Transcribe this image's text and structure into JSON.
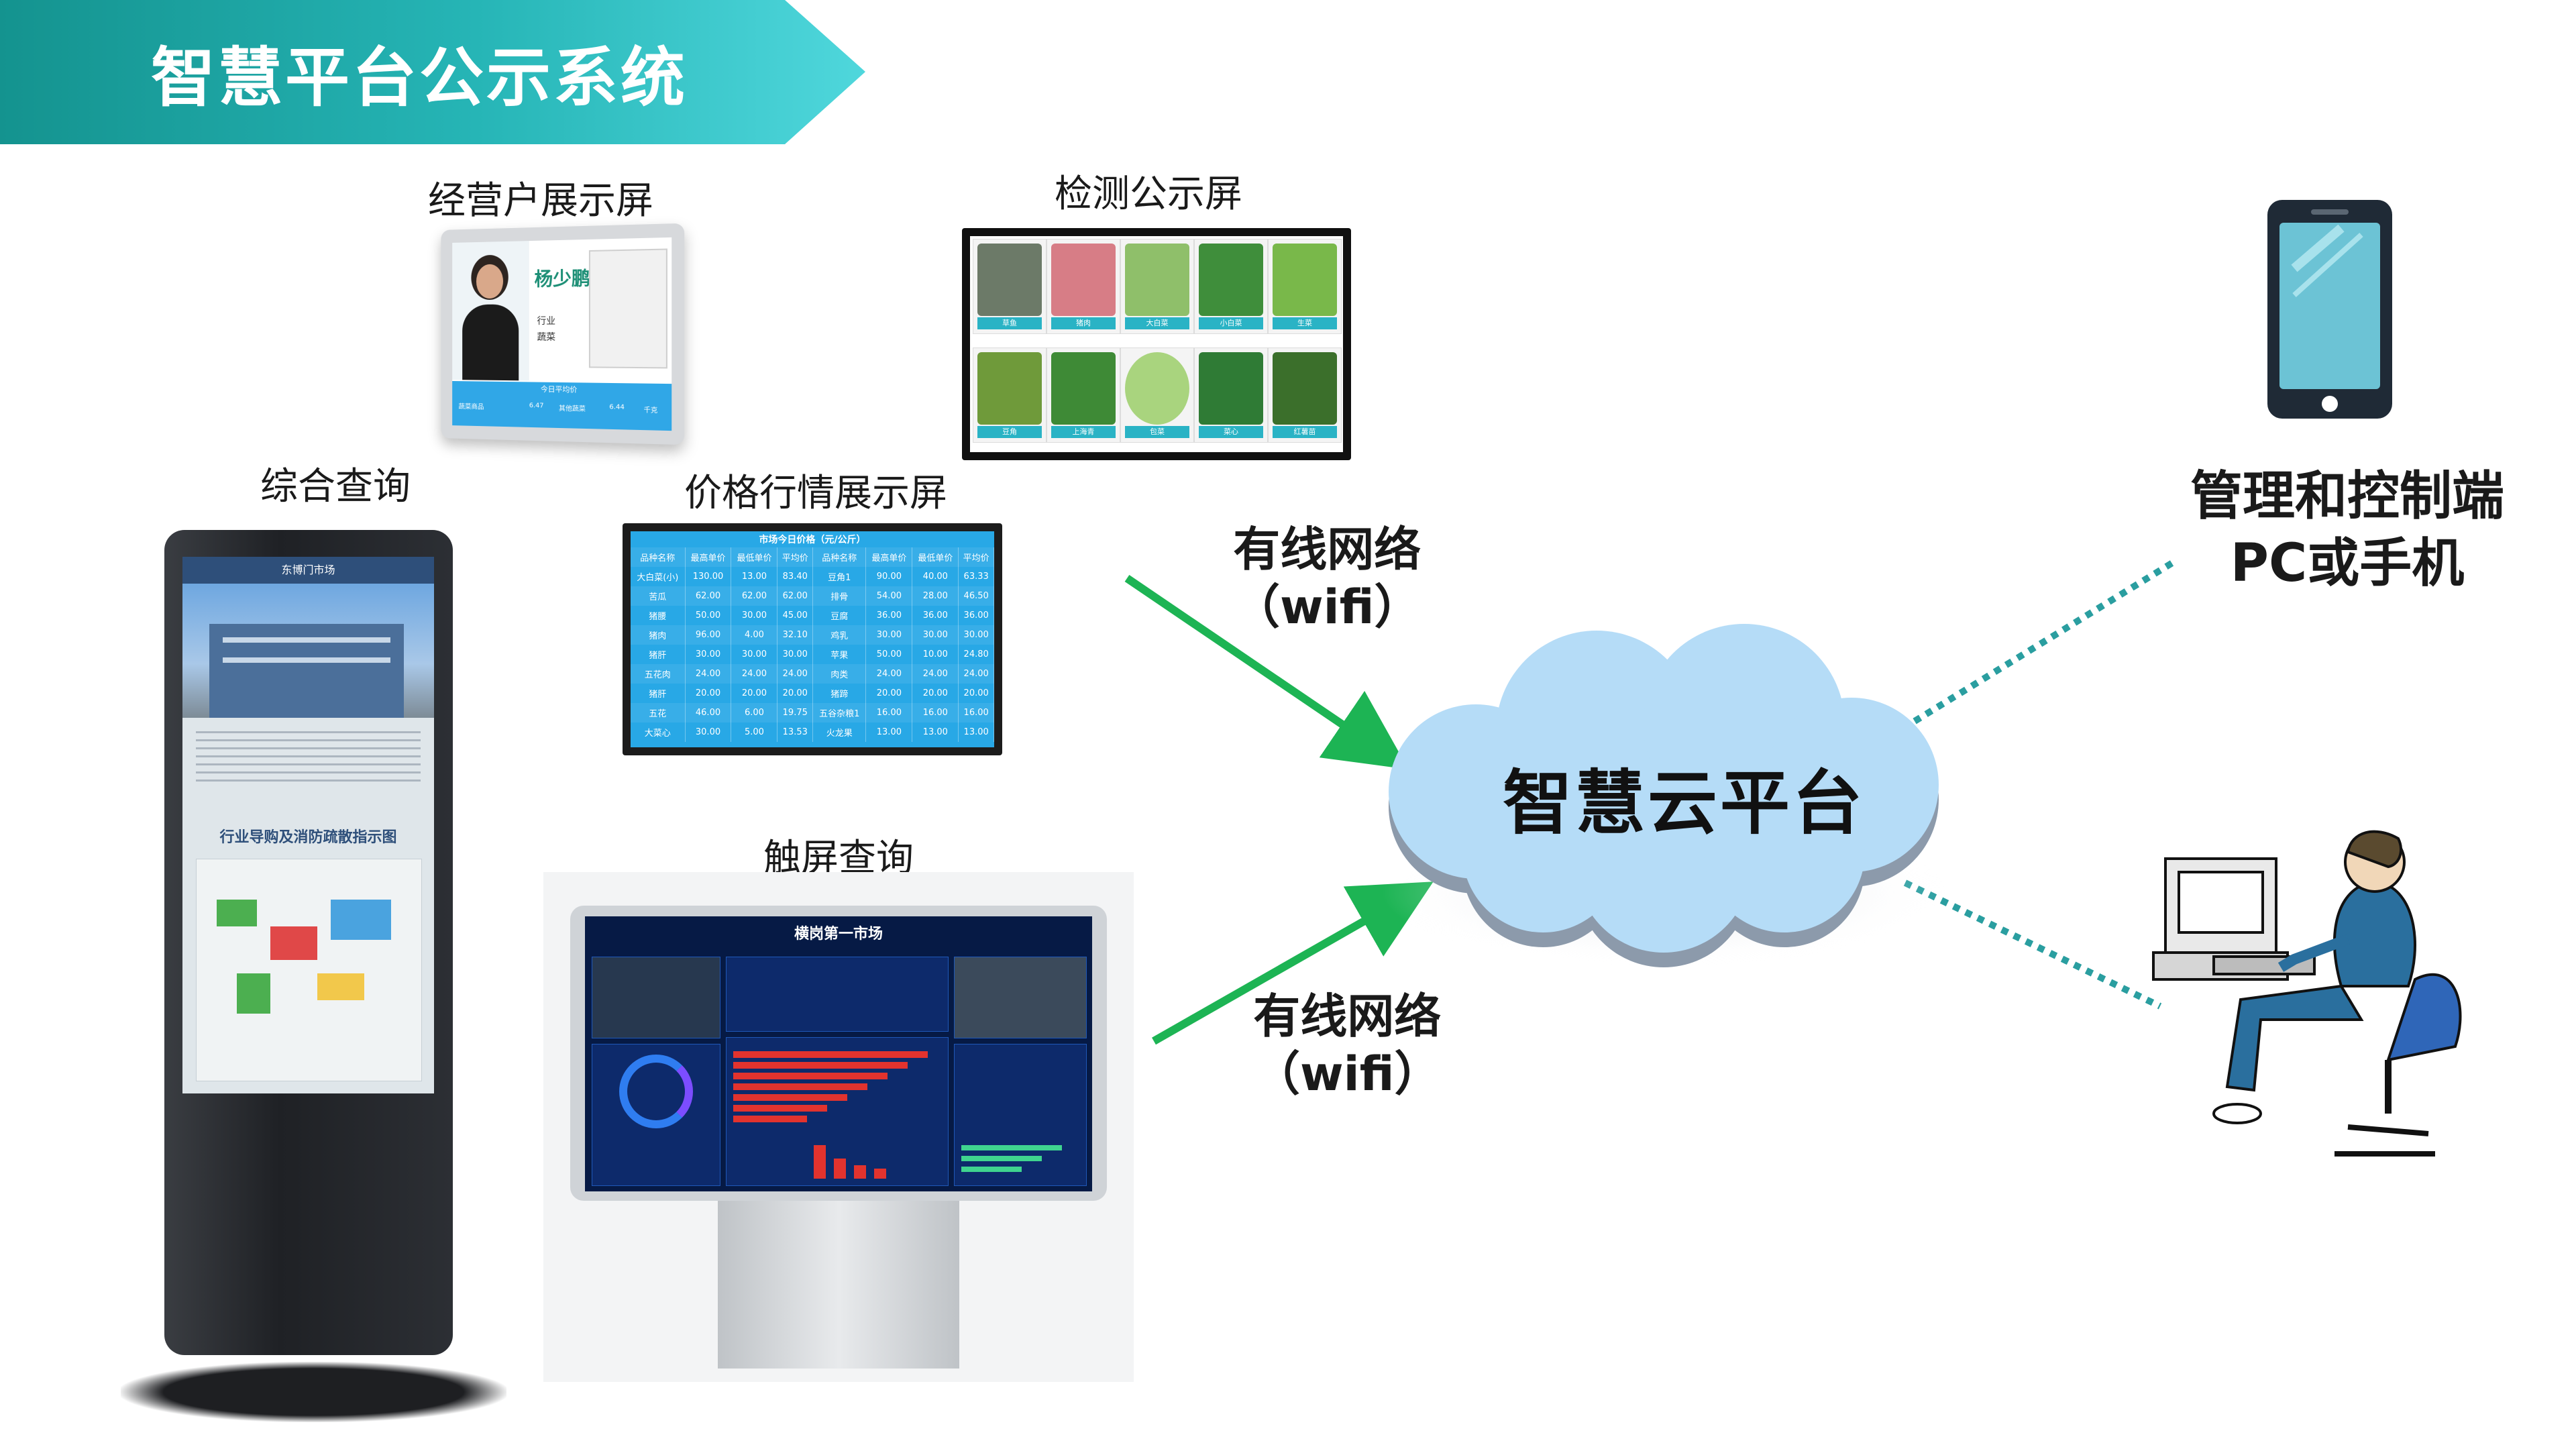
{
  "header": {
    "title": "智慧平台公示系统"
  },
  "captions": {
    "operator_screen": "经营户展示屏",
    "inspection_screen": "检测公示屏",
    "comprehensive_query": "综合查询",
    "price_screen": "价格行情展示屏",
    "touch_query": "触屏查询"
  },
  "network": {
    "top": {
      "line1": "有线网络",
      "line2": "（wifi）"
    },
    "bottom": {
      "line1": "有线网络",
      "line2": "（wifi）"
    }
  },
  "cloud": {
    "label": "智慧云平台"
  },
  "management": {
    "line1": "管理和控制端",
    "line2": "PC或手机"
  },
  "operator_card": {
    "name": "杨少鹏",
    "field1": "行业",
    "field2": "蔬菜",
    "bar_title": "今日平均价",
    "cells": [
      "蔬菜商品",
      "6.47",
      "其他蔬菜",
      "6.44",
      "千克"
    ]
  },
  "veg_labels": [
    "草鱼",
    "猪肉",
    "大白菜",
    "小白菜",
    "生菜",
    "豆角",
    "上海青",
    "包菜",
    "菜心",
    "红薯苗"
  ],
  "price_table": {
    "title": "市场今日价格（元/公斤）",
    "headers": [
      "品种名称",
      "最高单价",
      "最低单价",
      "平均价",
      "品种名称",
      "最高单价",
      "最低单价",
      "平均价"
    ],
    "rows": [
      [
        "大白菜(小)",
        "130.00",
        "13.00",
        "83.40",
        "豆角1",
        "90.00",
        "40.00",
        "63.33"
      ],
      [
        "苦瓜",
        "62.00",
        "62.00",
        "62.00",
        "排骨",
        "54.00",
        "28.00",
        "46.50"
      ],
      [
        "猪腰",
        "50.00",
        "30.00",
        "45.00",
        "豆腐",
        "36.00",
        "36.00",
        "36.00"
      ],
      [
        "猪肉",
        "96.00",
        "4.00",
        "32.10",
        "鸡乳",
        "30.00",
        "30.00",
        "30.00"
      ],
      [
        "猪肝",
        "30.00",
        "30.00",
        "30.00",
        "苹果",
        "50.00",
        "10.00",
        "24.80"
      ],
      [
        "五花肉",
        "24.00",
        "24.00",
        "24.00",
        "肉类",
        "24.00",
        "24.00",
        "24.00"
      ],
      [
        "猪肝",
        "20.00",
        "20.00",
        "20.00",
        "猪蹄",
        "20.00",
        "20.00",
        "20.00"
      ],
      [
        "五花",
        "46.00",
        "6.00",
        "19.75",
        "五谷杂粮1",
        "16.00",
        "16.00",
        "16.00"
      ],
      [
        "大菜心",
        "30.00",
        "5.00",
        "13.53",
        "火龙果",
        "13.00",
        "13.00",
        "13.00"
      ]
    ]
  },
  "kiosk": {
    "top_label": "东博门市场",
    "mid_banner": "行业导购及消防疏散指示图"
  },
  "touch_screen": {
    "title": "横岗第一市场"
  },
  "colors": {
    "banner_start": "#14938f",
    "banner_end": "#4fd7dc",
    "arrow_green": "#1db454",
    "dotted_teal": "#2a9ea0",
    "cloud_fill": "#b5dcf7",
    "phone_screen": "#6cc3d5"
  },
  "icons": {
    "phone": "smartphone-icon",
    "operator": "computer-operator-icon",
    "cloud": "cloud-icon"
  }
}
